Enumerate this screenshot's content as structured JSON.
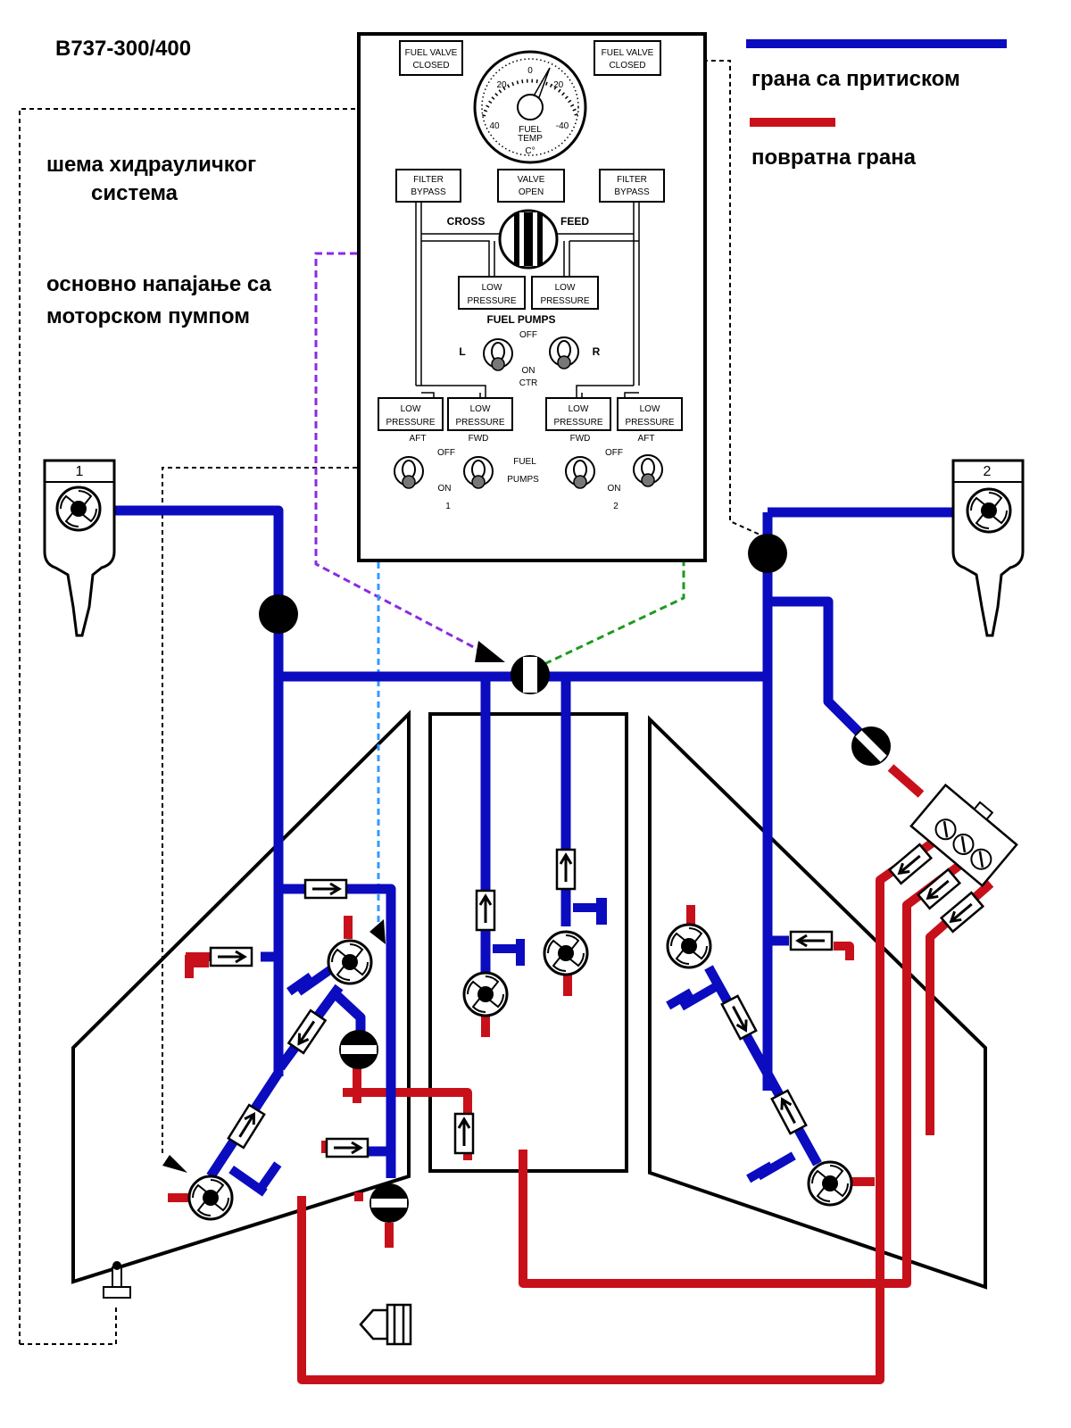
{
  "header": {
    "model": "B737-300/400",
    "subtitle_line1": "шема хидрауличког",
    "subtitle_line2": "система",
    "mode_line1": "основно напајање са",
    "mode_line2": "моторском пумпом"
  },
  "legend": {
    "pressure_label": "грана са притиском",
    "pressure_color": "#0b0bbf",
    "return_label": "повратна грана",
    "return_color": "#c8101a"
  },
  "panel": {
    "fuel_valve_closed_left": [
      "FUEL VALVE",
      "CLOSED"
    ],
    "fuel_valve_closed_right": [
      "FUEL VALVE",
      "CLOSED"
    ],
    "gauge_ticks": [
      "0",
      "20",
      "-20",
      "40",
      "-40"
    ],
    "gauge_label": [
      "FUEL",
      "TEMP",
      "C°"
    ],
    "filter_bypass_left": [
      "FILTER",
      "BYPASS"
    ],
    "valve_open": [
      "VALVE",
      "OPEN"
    ],
    "filter_bypass_right": [
      "FILTER",
      "BYPASS"
    ],
    "crossfeed_left": "CROSS",
    "crossfeed_right": "FEED",
    "ctr_low_pressure_left": [
      "LOW",
      "PRESSURE"
    ],
    "ctr_low_pressure_right": [
      "LOW",
      "PRESSURE"
    ],
    "fuel_pumps_title": "FUEL   PUMPS",
    "ctr_off": "OFF",
    "ctr_l": "L",
    "ctr_r": "R",
    "ctr_on": "ON",
    "ctr_ctr": "CTR",
    "low_pressure_aft_1": [
      "LOW",
      "PRESSURE"
    ],
    "low_pressure_fwd_1": [
      "LOW",
      "PRESSURE"
    ],
    "low_pressure_fwd_2": [
      "LOW",
      "PRESSURE"
    ],
    "low_pressure_aft_2": [
      "LOW",
      "PRESSURE"
    ],
    "aft_1": "AFT",
    "fwd_1": "FWD",
    "fwd_2": "FWD",
    "aft_2": "AFT",
    "off_1": "OFF",
    "on_1": "ON",
    "num_1": "1",
    "fuel_label": "FUEL",
    "pumps_label": "PUMPS",
    "off_2": "OFF",
    "on_2": "ON",
    "num_2": "2"
  },
  "engines": {
    "left": "1",
    "right": "2"
  },
  "colors": {
    "pressure": "#0b0bbf",
    "return": "#c8101a",
    "purple_signal": "#8a2be2",
    "green_signal": "#1e9a1e",
    "lightblue_signal": "#3399ff"
  }
}
